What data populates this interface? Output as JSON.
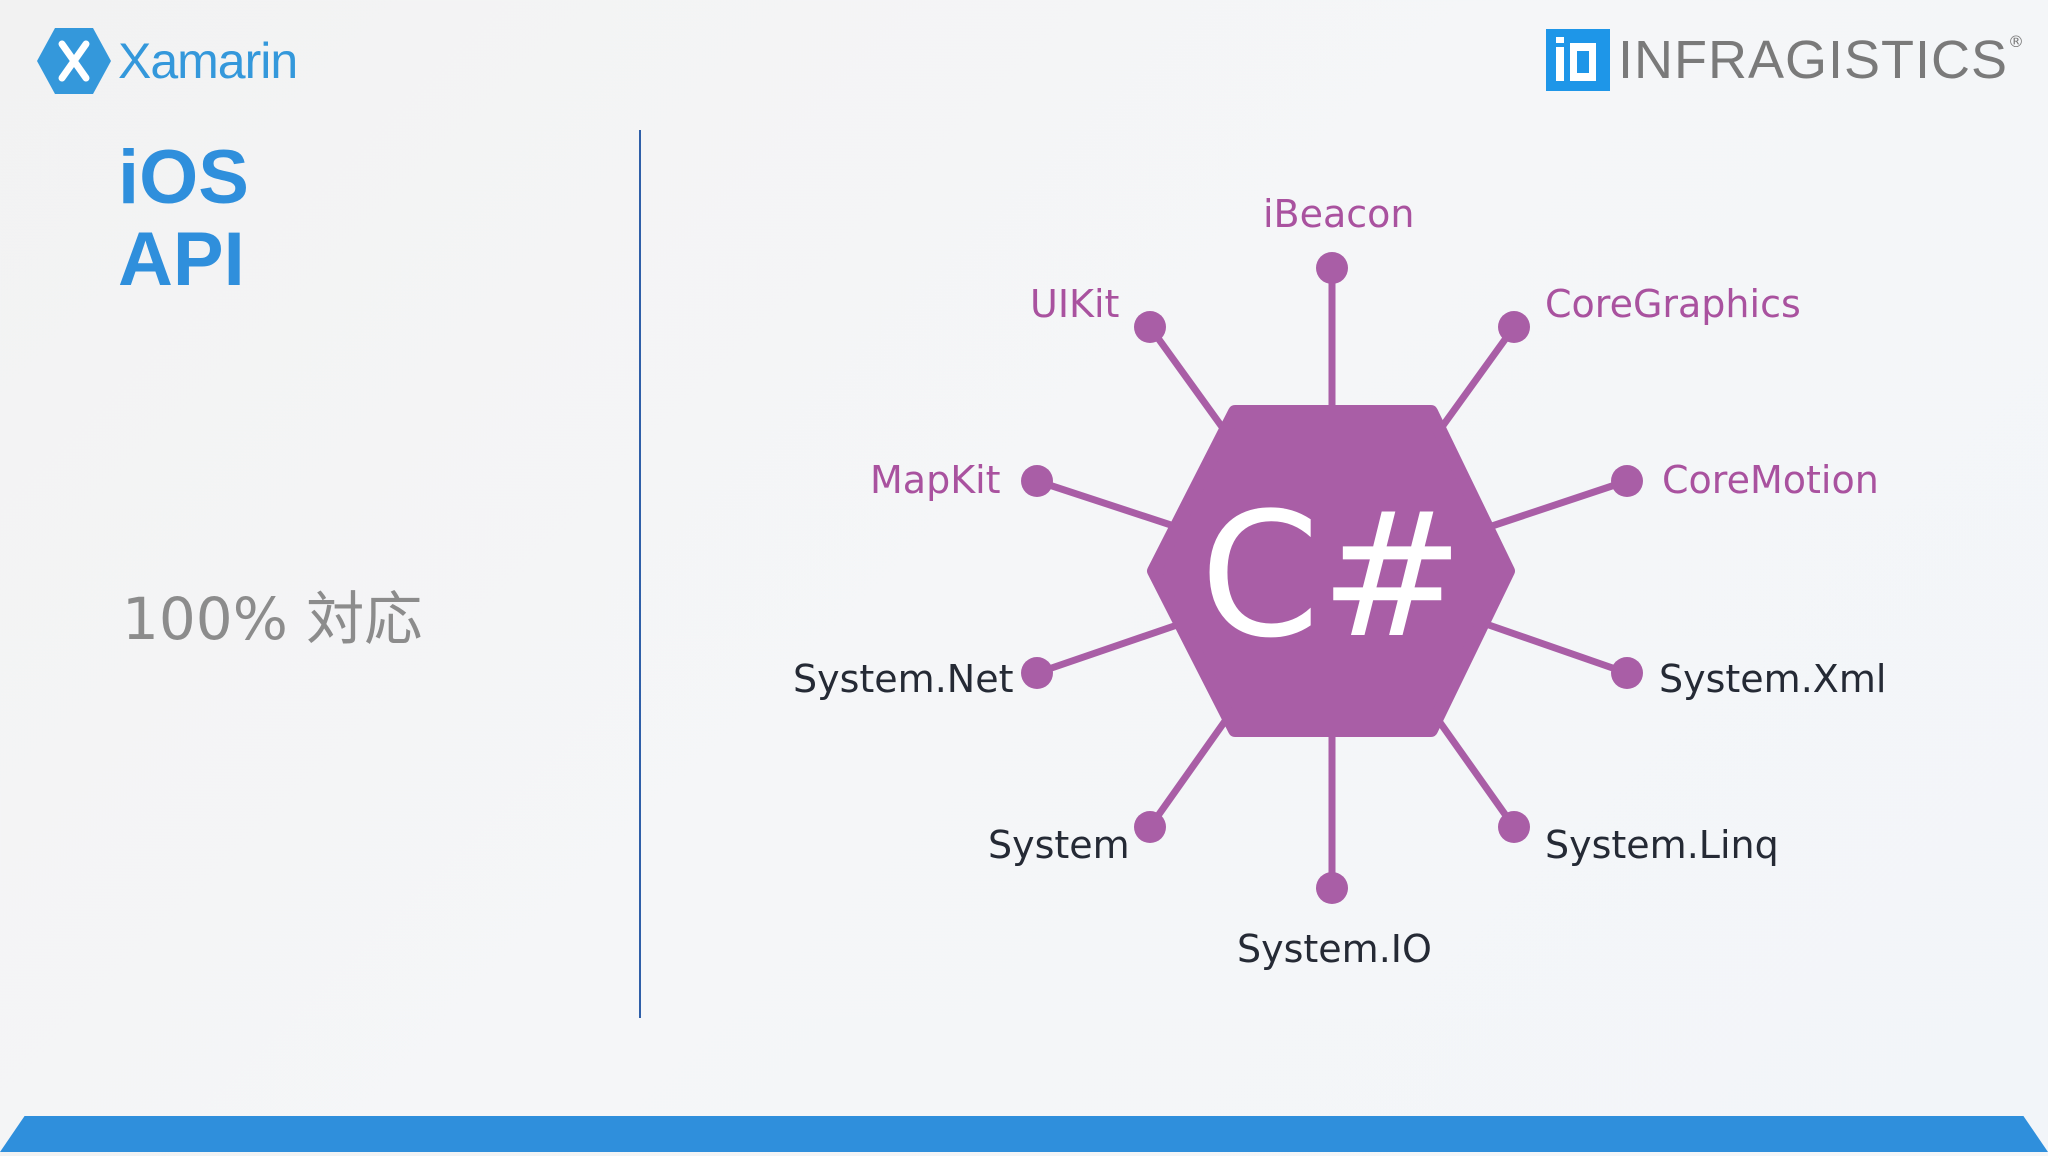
{
  "header": {
    "xamarin_logo_text": "Xamarin",
    "infragistics_logo_text": "INFRAGISTICS",
    "infragistics_reg_mark": "®"
  },
  "left": {
    "title_line1": "iOS",
    "title_line2": "API",
    "subtitle": "100% 対応"
  },
  "diagram": {
    "center_label": "C#",
    "colors": {
      "hex_fill": "#a95ea6",
      "ios_label": "#a9529f",
      "system_label": "#252a35",
      "spoke": "#a95ea6",
      "title_blue": "#2f8fdc"
    },
    "nodes": [
      {
        "id": "ibeacon",
        "label": "iBeacon",
        "group": "ios"
      },
      {
        "id": "uikit",
        "label": "UIKit",
        "group": "ios"
      },
      {
        "id": "coregraphics",
        "label": "CoreGraphics",
        "group": "ios"
      },
      {
        "id": "mapkit",
        "label": "MapKit",
        "group": "ios"
      },
      {
        "id": "coremotion",
        "label": "CoreMotion",
        "group": "ios"
      },
      {
        "id": "system-net",
        "label": "System.Net",
        "group": "system"
      },
      {
        "id": "system-xml",
        "label": "System.Xml",
        "group": "system"
      },
      {
        "id": "system",
        "label": "System",
        "group": "system"
      },
      {
        "id": "system-linq",
        "label": "System.Linq",
        "group": "system"
      },
      {
        "id": "system-io",
        "label": "System.IO",
        "group": "system"
      }
    ]
  }
}
